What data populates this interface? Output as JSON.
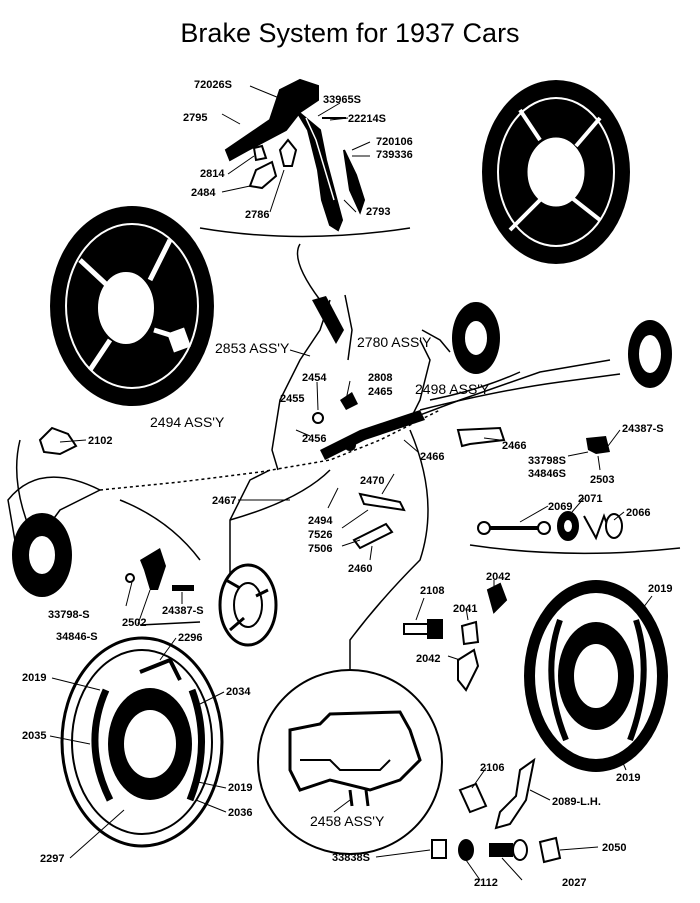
{
  "title": "Brake System for 1937 Cars",
  "labels": {
    "l72026s": "72026S",
    "l2795": "2795",
    "l33965s": "33965S",
    "l22214s": "22214S",
    "l720106": "720106",
    "l739336": "739336",
    "l2814": "2814",
    "l2484": "2484",
    "l2786": "2786",
    "l2793": "2793",
    "l2853": "2853 ASS'Y",
    "l2780": "2780 ASS'Y",
    "l2454": "2454",
    "l2808": "2808",
    "l2465": "2465",
    "l2498": "2498 ASS'Y",
    "l2455": "2455",
    "l2494top": "2494 ASS'Y",
    "l2102": "2102",
    "l2456": "2456",
    "l2466a": "2466",
    "l2466b": "2466",
    "l24387sR": "24387-S",
    "l33798sR": "33798S",
    "l34846sR": "34846S",
    "l2503": "2503",
    "l2467": "2467",
    "l2470": "2470",
    "l2069": "2069",
    "l2071": "2071",
    "l2066": "2066",
    "l2494b": "2494",
    "l7526": "7526",
    "l7506": "7506",
    "l2460": "2460",
    "l33798sL": "33798-S",
    "l24387sL": "24387-S",
    "l2502": "2502",
    "l34846sL": "34846-S",
    "l2108": "2108",
    "l2042a": "2042",
    "l2041": "2041",
    "l2042b": "2042",
    "l2019R1": "2019",
    "l2019R2": "2019",
    "l2296": "2296",
    "l2019L1": "2019",
    "l2034": "2034",
    "l2035": "2035",
    "l2019L2": "2019",
    "l2036": "2036",
    "l2297": "2297",
    "l2458": "2458 ASS'Y",
    "l2106": "2106",
    "l2089": "2089-L.H.",
    "l33838s": "33838S",
    "l2050": "2050",
    "l2112": "2112",
    "l2027": "2027"
  }
}
